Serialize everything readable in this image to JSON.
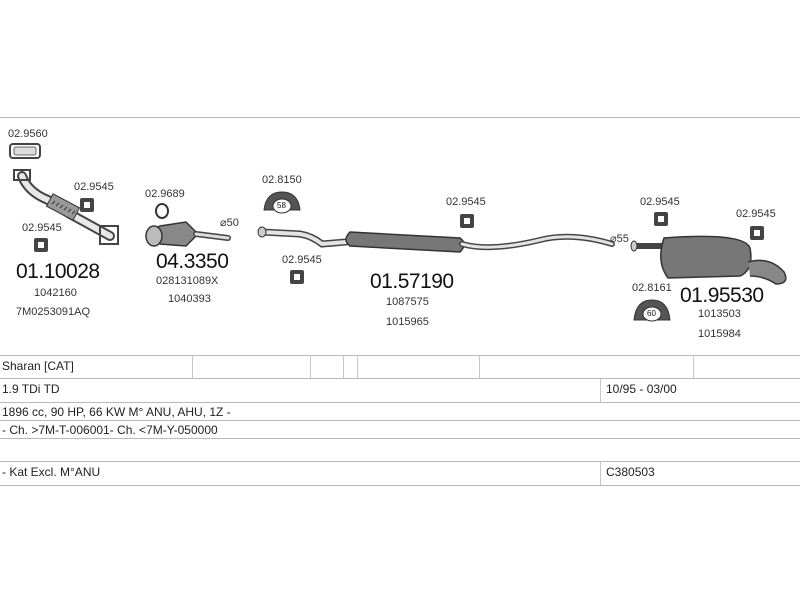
{
  "parts": {
    "p1": {
      "small_top": "02.9560",
      "small_mid": "02.9545",
      "small_left": "02.9545",
      "big": "01.10028",
      "ref1": "1042160",
      "ref2": "7M0253091AQ"
    },
    "p2": {
      "small_top": "02.9689",
      "diameter": "⌀50",
      "big": "04.3350",
      "ref1": "028131089X",
      "ref2": "1040393"
    },
    "p3": {
      "small_top": "02.8150",
      "clamp_label": "58",
      "small_below": "02.9545",
      "small_right": "02.9545",
      "big": "01.57190",
      "ref1": "1087575",
      "ref2": "1015965"
    },
    "p4": {
      "diameter": "⌀55",
      "small_top": "02.9545",
      "small_right": "02.9545",
      "small_clamp": "02.8161",
      "clamp_label": "60",
      "big": "01.95530",
      "ref1": "1013503",
      "ref2": "1015984"
    }
  },
  "table": {
    "row1": {
      "c1": "Sharan  [CAT]"
    },
    "row2": {
      "c1": "1.9 TDi TD",
      "c2": "10/95 - 03/00"
    },
    "row3": {
      "c1": "1896 cc, 90 HP, 66 KW M° ANU, AHU, 1Z -"
    },
    "row4": {
      "c1": "- Ch. >7M-T-006001- Ch. <7M-Y-050000"
    },
    "row6": {
      "c1": "- Kat Excl. M°ANU",
      "c2": "C380503"
    }
  }
}
